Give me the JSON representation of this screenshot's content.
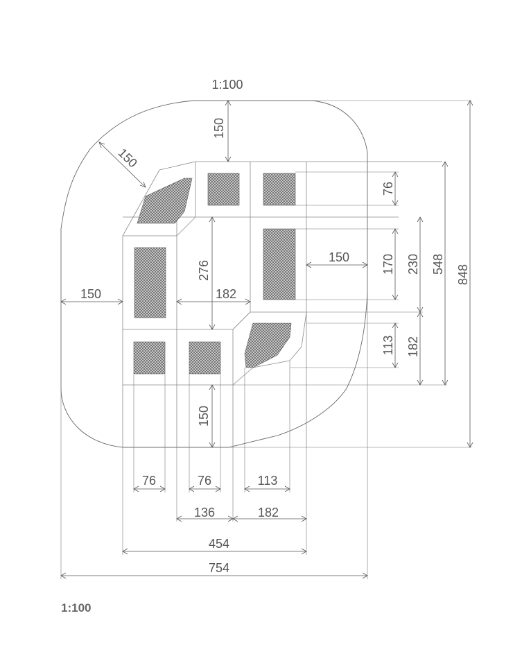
{
  "scale_top": "1:100",
  "scale_bottom": "1:100",
  "dimensions": {
    "top_safety": "150",
    "diag_safety": "150",
    "left_safety": "150",
    "right_offset": "150",
    "bottom_safety": "150",
    "pad_small_v": "76",
    "pad_long_v": "170",
    "right_230": "230",
    "right_548": "548",
    "total_height": "848",
    "right_113": "113",
    "right_182": "182",
    "center_276": "276",
    "center_182": "182",
    "b_76_a": "76",
    "b_76_b": "76",
    "b_113": "113",
    "b_136": "136",
    "b_182": "182",
    "b_454": "454",
    "total_width": "754"
  }
}
